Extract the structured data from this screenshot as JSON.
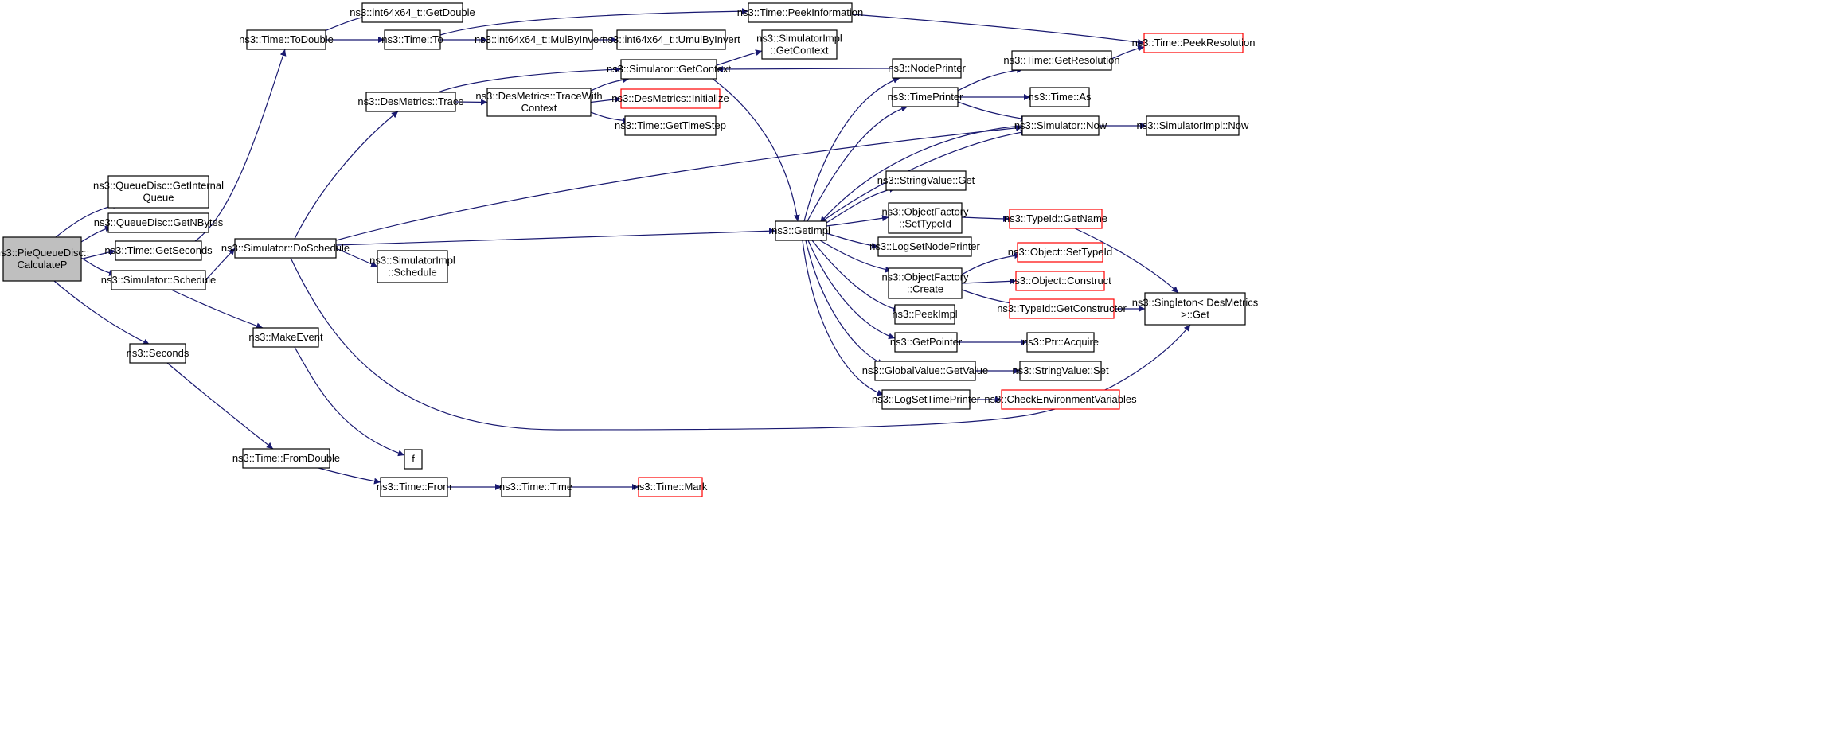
{
  "graph": {
    "colors": {
      "edge": "#191970",
      "root_fill": "#bfbfbf",
      "node_border": "#000000",
      "truncated_border": "#ff0000",
      "background": "#ffffff"
    },
    "nodes": {
      "pie_calculatep": {
        "lines": [
          "ns3::PieQueueDisc::",
          "CalculateP"
        ],
        "root": true
      },
      "queuedisc_getinternalqueue": {
        "lines": [
          "ns3::QueueDisc::GetInternal",
          "Queue"
        ]
      },
      "queuedisc_getnbytes": {
        "lines": [
          "ns3::QueueDisc::GetNBytes"
        ]
      },
      "time_getseconds": {
        "lines": [
          "ns3::Time::GetSeconds"
        ]
      },
      "simulator_schedule": {
        "lines": [
          "ns3::Simulator::Schedule"
        ]
      },
      "seconds": {
        "lines": [
          "ns3::Seconds"
        ]
      },
      "time_todouble": {
        "lines": [
          "ns3::Time::ToDouble"
        ]
      },
      "simulator_doschedule": {
        "lines": [
          "ns3::Simulator::DoSchedule"
        ]
      },
      "makeevent": {
        "lines": [
          "ns3::MakeEvent"
        ]
      },
      "time_fromdouble": {
        "lines": [
          "ns3::Time::FromDouble"
        ]
      },
      "int64_getdouble": {
        "lines": [
          "ns3::int64x64_t::GetDouble"
        ]
      },
      "time_to": {
        "lines": [
          "ns3::Time::To"
        ]
      },
      "desmetrics_trace": {
        "lines": [
          "ns3::DesMetrics::Trace"
        ]
      },
      "simulatorimpl_schedule": {
        "lines": [
          "ns3::SimulatorImpl",
          "::Schedule"
        ]
      },
      "f": {
        "lines": [
          "f"
        ]
      },
      "time_from": {
        "lines": [
          "ns3::Time::From"
        ]
      },
      "time_peekinformation": {
        "lines": [
          "ns3::Time::PeekInformation"
        ]
      },
      "int64_mulbyinvert": {
        "lines": [
          "ns3::int64x64_t::MulByInvert"
        ]
      },
      "int64_umulbyinvert": {
        "lines": [
          "ns3::int64x64_t::UmulByInvert"
        ]
      },
      "desmetrics_tracewithcontext": {
        "lines": [
          "ns3::DesMetrics::TraceWith",
          "Context"
        ]
      },
      "simulator_getcontext": {
        "lines": [
          "ns3::Simulator::GetContext"
        ]
      },
      "simulatorimpl_getcontext": {
        "lines": [
          "ns3::SimulatorImpl",
          "::GetContext"
        ]
      },
      "desmetrics_initialize": {
        "lines": [
          "ns3::DesMetrics::Initialize"
        ],
        "truncated": true
      },
      "time_gettimestep": {
        "lines": [
          "ns3::Time::GetTimeStep"
        ]
      },
      "time_time": {
        "lines": [
          "ns3::Time::Time"
        ]
      },
      "time_mark": {
        "lines": [
          "ns3::Time::Mark"
        ],
        "truncated": true
      },
      "getimpl": {
        "lines": [
          "ns3::GetImpl"
        ]
      },
      "nodeprinter": {
        "lines": [
          "ns3::NodePrinter"
        ]
      },
      "timeprinter": {
        "lines": [
          "ns3::TimePrinter"
        ]
      },
      "stringvalue_get": {
        "lines": [
          "ns3::StringValue::Get"
        ]
      },
      "objectfactory_settypeid": {
        "lines": [
          "ns3::ObjectFactory",
          "::SetTypeId"
        ]
      },
      "logsetnodeprinter": {
        "lines": [
          "ns3::LogSetNodePrinter"
        ]
      },
      "objectfactory_create": {
        "lines": [
          "ns3::ObjectFactory",
          "::Create"
        ]
      },
      "peekimpl": {
        "lines": [
          "ns3::PeekImpl"
        ]
      },
      "getpointer": {
        "lines": [
          "ns3::GetPointer"
        ]
      },
      "globalvalue_getvalue": {
        "lines": [
          "ns3::GlobalValue::GetValue"
        ]
      },
      "logsettimeprinter": {
        "lines": [
          "ns3::LogSetTimePrinter"
        ]
      },
      "time_getresolution": {
        "lines": [
          "ns3::Time::GetResolution"
        ]
      },
      "time_as": {
        "lines": [
          "ns3::Time::As"
        ]
      },
      "simulator_now": {
        "lines": [
          "ns3::Simulator::Now"
        ]
      },
      "typeid_getname": {
        "lines": [
          "ns3::TypeId::GetName"
        ],
        "truncated": true
      },
      "object_settypeid": {
        "lines": [
          "ns3::Object::SetTypeId"
        ],
        "truncated": true
      },
      "object_construct": {
        "lines": [
          "ns3::Object::Construct"
        ],
        "truncated": true
      },
      "typeid_getconstructor": {
        "lines": [
          "ns3::TypeId::GetConstructor"
        ],
        "truncated": true
      },
      "ptr_acquire": {
        "lines": [
          "ns3::Ptr::Acquire"
        ]
      },
      "stringvalue_set": {
        "lines": [
          "ns3::StringValue::Set"
        ]
      },
      "checkenvironmentvariables": {
        "lines": [
          "ns3::CheckEnvironmentVariables"
        ],
        "truncated": true
      },
      "time_peekresolution": {
        "lines": [
          "ns3::Time::PeekResolution"
        ],
        "truncated": true
      },
      "simulatorimpl_now": {
        "lines": [
          "ns3::SimulatorImpl::Now"
        ]
      },
      "singleton_get": {
        "lines": [
          "ns3::Singleton< DesMetrics",
          " >::Get"
        ]
      }
    },
    "edges": [
      [
        "pie_calculatep",
        "queuedisc_getinternalqueue"
      ],
      [
        "pie_calculatep",
        "queuedisc_getnbytes"
      ],
      [
        "pie_calculatep",
        "time_getseconds"
      ],
      [
        "pie_calculatep",
        "simulator_schedule"
      ],
      [
        "pie_calculatep",
        "seconds"
      ],
      [
        "time_getseconds",
        "time_todouble"
      ],
      [
        "time_todouble",
        "int64_getdouble"
      ],
      [
        "time_todouble",
        "time_to"
      ],
      [
        "time_to",
        "time_peekinformation"
      ],
      [
        "time_to",
        "int64_mulbyinvert"
      ],
      [
        "int64_mulbyinvert",
        "int64_umulbyinvert"
      ],
      [
        "time_peekinformation",
        "time_peekresolution"
      ],
      [
        "simulator_schedule",
        "simulator_doschedule"
      ],
      [
        "simulator_schedule",
        "makeevent"
      ],
      [
        "simulator_doschedule",
        "desmetrics_trace"
      ],
      [
        "simulator_doschedule",
        "simulatorimpl_schedule"
      ],
      [
        "simulator_doschedule",
        "getimpl"
      ],
      [
        "simulator_doschedule",
        "simulator_now"
      ],
      [
        "simulator_doschedule",
        "singleton_get"
      ],
      [
        "makeevent",
        "f"
      ],
      [
        "seconds",
        "time_fromdouble"
      ],
      [
        "time_fromdouble",
        "time_from"
      ],
      [
        "time_from",
        "time_time"
      ],
      [
        "time_time",
        "time_mark"
      ],
      [
        "desmetrics_trace",
        "simulator_getcontext"
      ],
      [
        "desmetrics_trace",
        "desmetrics_tracewithcontext"
      ],
      [
        "desmetrics_tracewithcontext",
        "simulator_getcontext"
      ],
      [
        "desmetrics_tracewithcontext",
        "desmetrics_initialize"
      ],
      [
        "desmetrics_tracewithcontext",
        "time_gettimestep"
      ],
      [
        "simulator_getcontext",
        "simulatorimpl_getcontext"
      ],
      [
        "simulator_getcontext",
        "getimpl"
      ],
      [
        "nodeprinter",
        "simulator_getcontext"
      ],
      [
        "getimpl",
        "nodeprinter"
      ],
      [
        "getimpl",
        "timeprinter"
      ],
      [
        "getimpl",
        "simulator_now"
      ],
      [
        "getimpl",
        "stringvalue_get"
      ],
      [
        "getimpl",
        "objectfactory_settypeid"
      ],
      [
        "getimpl",
        "logsetnodeprinter"
      ],
      [
        "getimpl",
        "objectfactory_create"
      ],
      [
        "getimpl",
        "peekimpl"
      ],
      [
        "getimpl",
        "getpointer"
      ],
      [
        "getimpl",
        "globalvalue_getvalue"
      ],
      [
        "getimpl",
        "logsettimeprinter"
      ],
      [
        "simulator_now",
        "getimpl"
      ],
      [
        "simulator_now",
        "simulatorimpl_now"
      ],
      [
        "timeprinter",
        "time_getresolution"
      ],
      [
        "timeprinter",
        "time_as"
      ],
      [
        "timeprinter",
        "simulator_now"
      ],
      [
        "time_getresolution",
        "time_peekresolution"
      ],
      [
        "objectfactory_settypeid",
        "typeid_getname"
      ],
      [
        "typeid_getname",
        "singleton_get"
      ],
      [
        "objectfactory_create",
        "object_settypeid"
      ],
      [
        "objectfactory_create",
        "object_construct"
      ],
      [
        "objectfactory_create",
        "typeid_getconstructor"
      ],
      [
        "typeid_getconstructor",
        "singleton_get"
      ],
      [
        "getpointer",
        "ptr_acquire"
      ],
      [
        "globalvalue_getvalue",
        "stringvalue_set"
      ],
      [
        "logsettimeprinter",
        "checkenvironmentvariables"
      ]
    ]
  }
}
